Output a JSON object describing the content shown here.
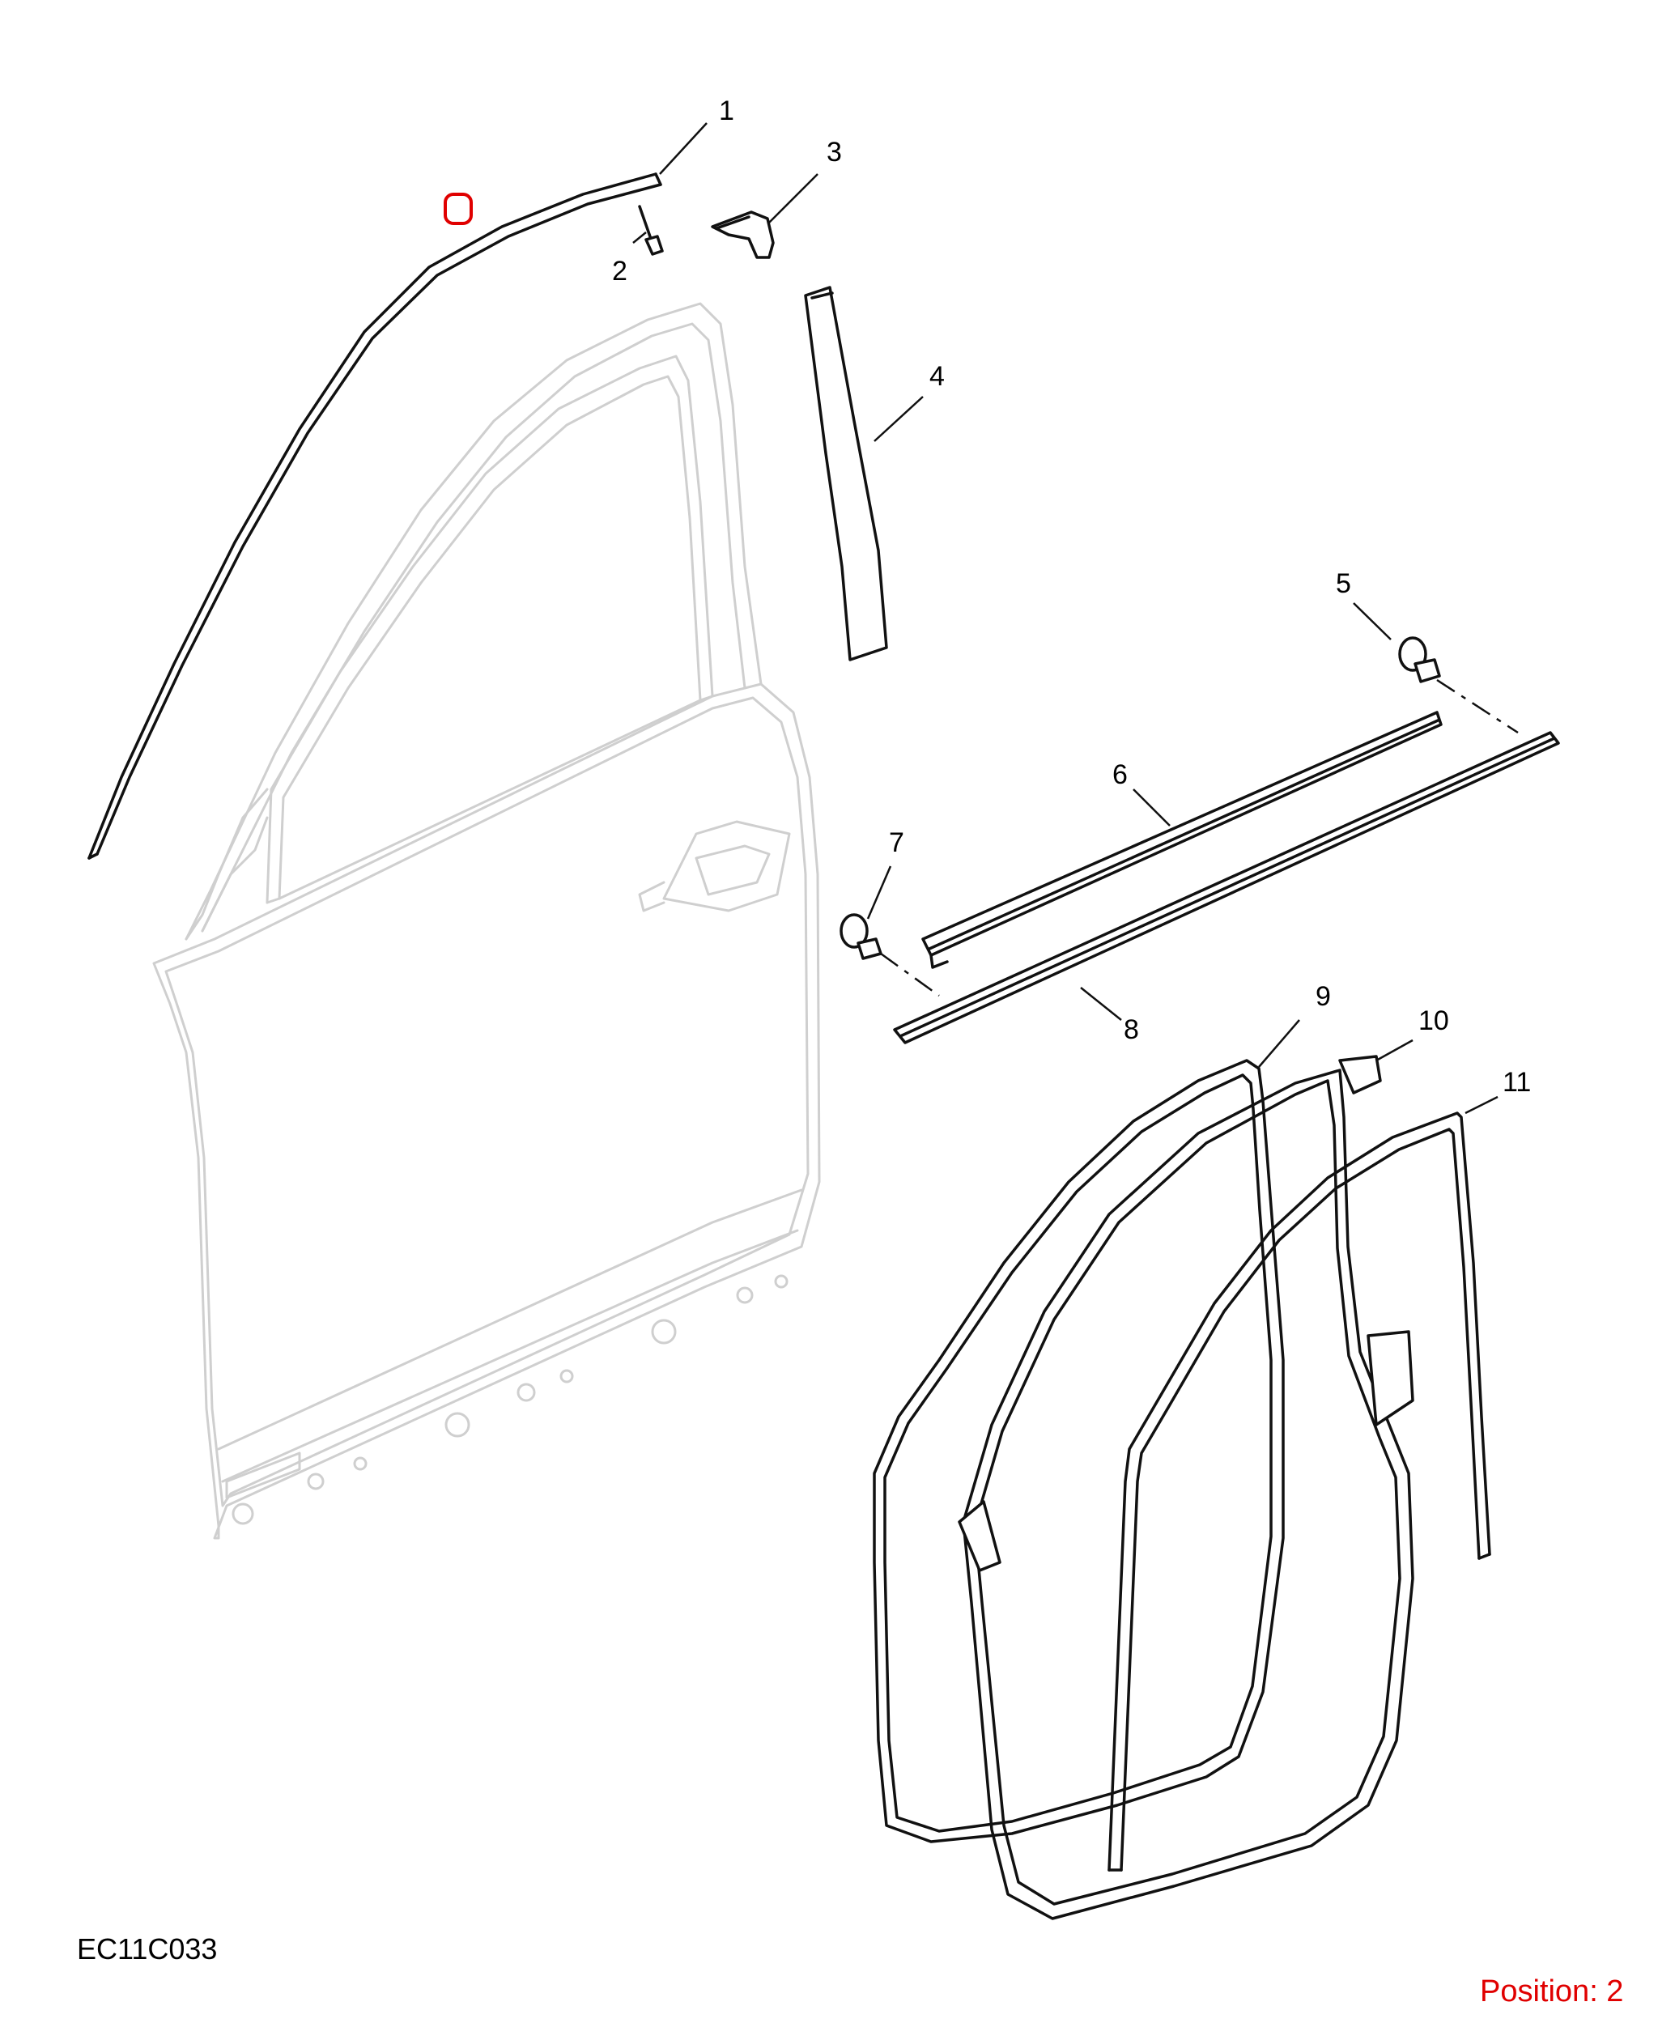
{
  "diagram": {
    "reference_code": "EC11C033",
    "position_label": "Position: 2",
    "callouts": [
      {
        "number": "1"
      },
      {
        "number": "2"
      },
      {
        "number": "3"
      },
      {
        "number": "4"
      },
      {
        "number": "5"
      },
      {
        "number": "6"
      },
      {
        "number": "7"
      },
      {
        "number": "8"
      },
      {
        "number": "9"
      },
      {
        "number": "10"
      },
      {
        "number": "11"
      }
    ],
    "highlight_color": "#e00000",
    "door_outline_color": "#cfcfcf",
    "part_line_color": "#111111"
  }
}
